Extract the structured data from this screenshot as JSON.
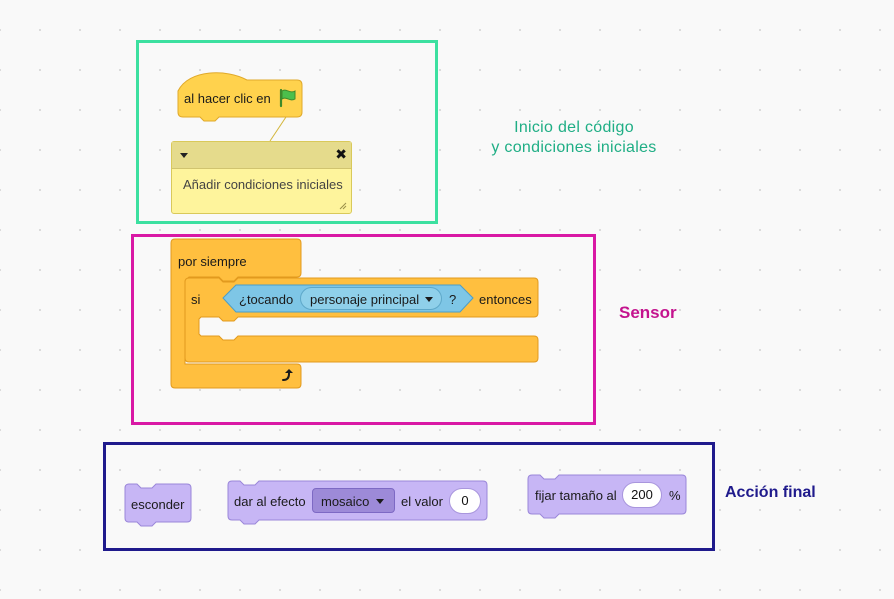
{
  "section_labels": {
    "start_line1": "Inicio del código",
    "start_line2": "y condiciones iniciales",
    "sensor": "Sensor",
    "final_action": "Acción final"
  },
  "start_section": {
    "hat_block_label": "al hacer clic en",
    "comment_text": "Añadir condiciones iniciales"
  },
  "sensor_section": {
    "forever_label": "por siempre",
    "if_label": "si",
    "then_label": "entonces",
    "touching_label": "¿tocando",
    "touching_target": "personaje principal",
    "question_mark": "?"
  },
  "final_section": {
    "hide_label": "esconder",
    "effect_label": "dar al efecto",
    "effect_option": "mosaico",
    "value_label": "el valor",
    "effect_value": "0",
    "size_label": "fijar tamaño al",
    "size_value": "200",
    "size_unit": "%"
  },
  "colors": {
    "frame_start": "#3ce0a0",
    "frame_sensor": "#d919a5",
    "frame_final": "#1f1a8c",
    "events_block": "#ffd24d",
    "control_block": "#ffbf3f",
    "sensing_block": "#7ec6e6",
    "looks_block": "#c7b6f5",
    "comment": "#fef49c"
  },
  "icons": {
    "green_flag": "flag-icon",
    "loop_arrow": "loop-arrow-icon",
    "close": "close-icon",
    "collapse": "collapse-triangle-icon",
    "dropdown": "dropdown-triangle-icon"
  }
}
